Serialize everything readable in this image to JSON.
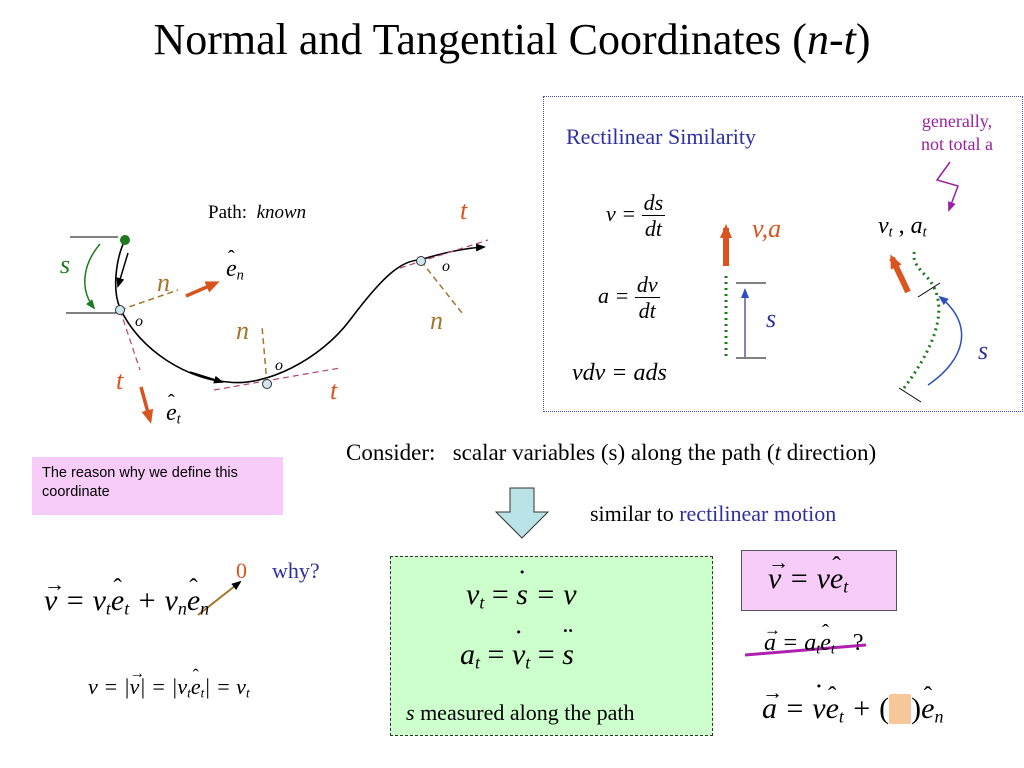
{
  "title": "Normal and Tangential Coordinates (n-t)",
  "title_main": "Normal and Tangential Coordinates (",
  "title_n": "n",
  "title_dash": "-",
  "title_t": "t",
  "title_close": ")",
  "path_label": "Path:",
  "path_known": "known",
  "diagram": {
    "s": "s",
    "n": "n",
    "t": "t",
    "o": "o",
    "e": "e",
    "sub_n": "n",
    "sub_t": "t"
  },
  "similarity": {
    "heading": "Rectilinear Similarity",
    "note_line1": "generally,",
    "note_line2": "not total a",
    "eq_v_lhs": "v =",
    "eq_v_num": "ds",
    "eq_v_den": "dt",
    "eq_a_lhs": "a =",
    "eq_a_num": "dv",
    "eq_a_den": "dt",
    "eq_vdv": "vdv = ads",
    "va_label": "v,a",
    "s_label": "s",
    "vt_v": "v",
    "vt_sub": "t",
    "at_comma": ",",
    "at_a": "a",
    "at_sub": "t",
    "s_label2": "s"
  },
  "consider": "Consider:",
  "consider_text_before": "scalar variables (s) along the path (",
  "consider_t": "t",
  "consider_text_after": " direction)",
  "similar_prefix": "similar to ",
  "similar_link": "rectilinear motion",
  "reason_note": "The reason why we define this coordinate",
  "zero": "0",
  "why": "why?",
  "green_box": {
    "line1_lhs": "v",
    "line1_sub": "t",
    "line1_rest": " = ",
    "line1_s": "s",
    "line1_eq_v": " = v",
    "line2_a": "a",
    "line2_sub": "t",
    "line2_eq": " = ",
    "line2_v": "v",
    "line2_vsub": "t",
    "line2_eq2": " = ",
    "line2_s": "s",
    "footer_s": "s",
    "footer_text": " measured along the path"
  },
  "colors": {
    "orange_arrow": "#d9541e",
    "brown_dashed": "#a2762a",
    "purple": "#9b1fa0",
    "blue": "#2f2fa0",
    "green": "#1d7a1d",
    "green_box": "#ccffcc",
    "pink_box": "#f8ccf8",
    "light_blue_arrow": "#b9e3e6"
  },
  "question": "?"
}
